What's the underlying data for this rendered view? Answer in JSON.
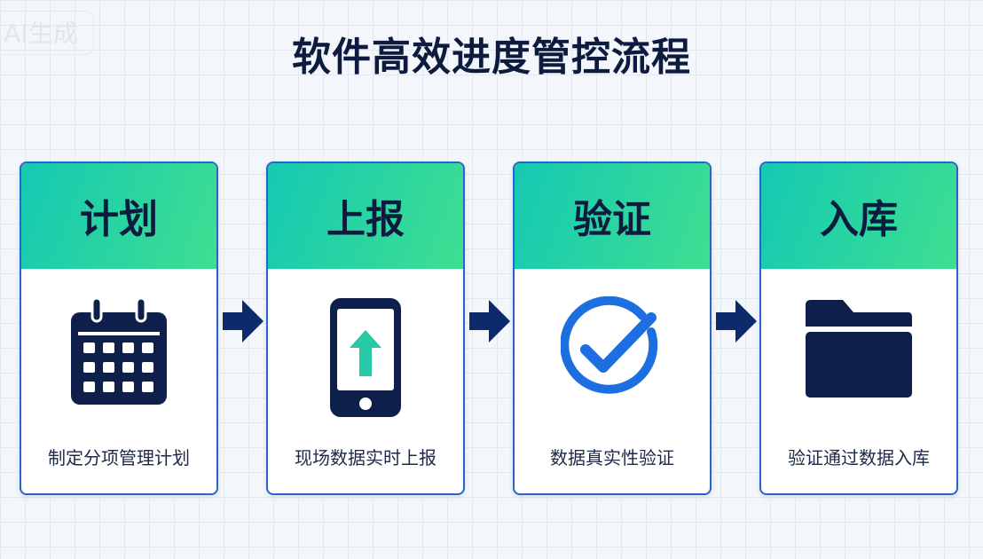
{
  "watermark": "AI生成",
  "title": "软件高效进度管控流程",
  "colors": {
    "header_gradient": [
      "#14c9b4",
      "#3fdf90"
    ],
    "border": "#2a63c9",
    "icon_dark": "#0d1f4a",
    "check": "#1d6fe0",
    "arrow_up": "#27c9a6"
  },
  "steps": [
    {
      "title": "计划",
      "icon": "calendar-icon",
      "description": "制定分项管理计划"
    },
    {
      "title": "上报",
      "icon": "phone-upload-icon",
      "description": "现场数据实时上报"
    },
    {
      "title": "验证",
      "icon": "check-circle-icon",
      "description": "数据真实性验证"
    },
    {
      "title": "入库",
      "icon": "folder-icon",
      "description": "验证通过数据入库"
    }
  ]
}
